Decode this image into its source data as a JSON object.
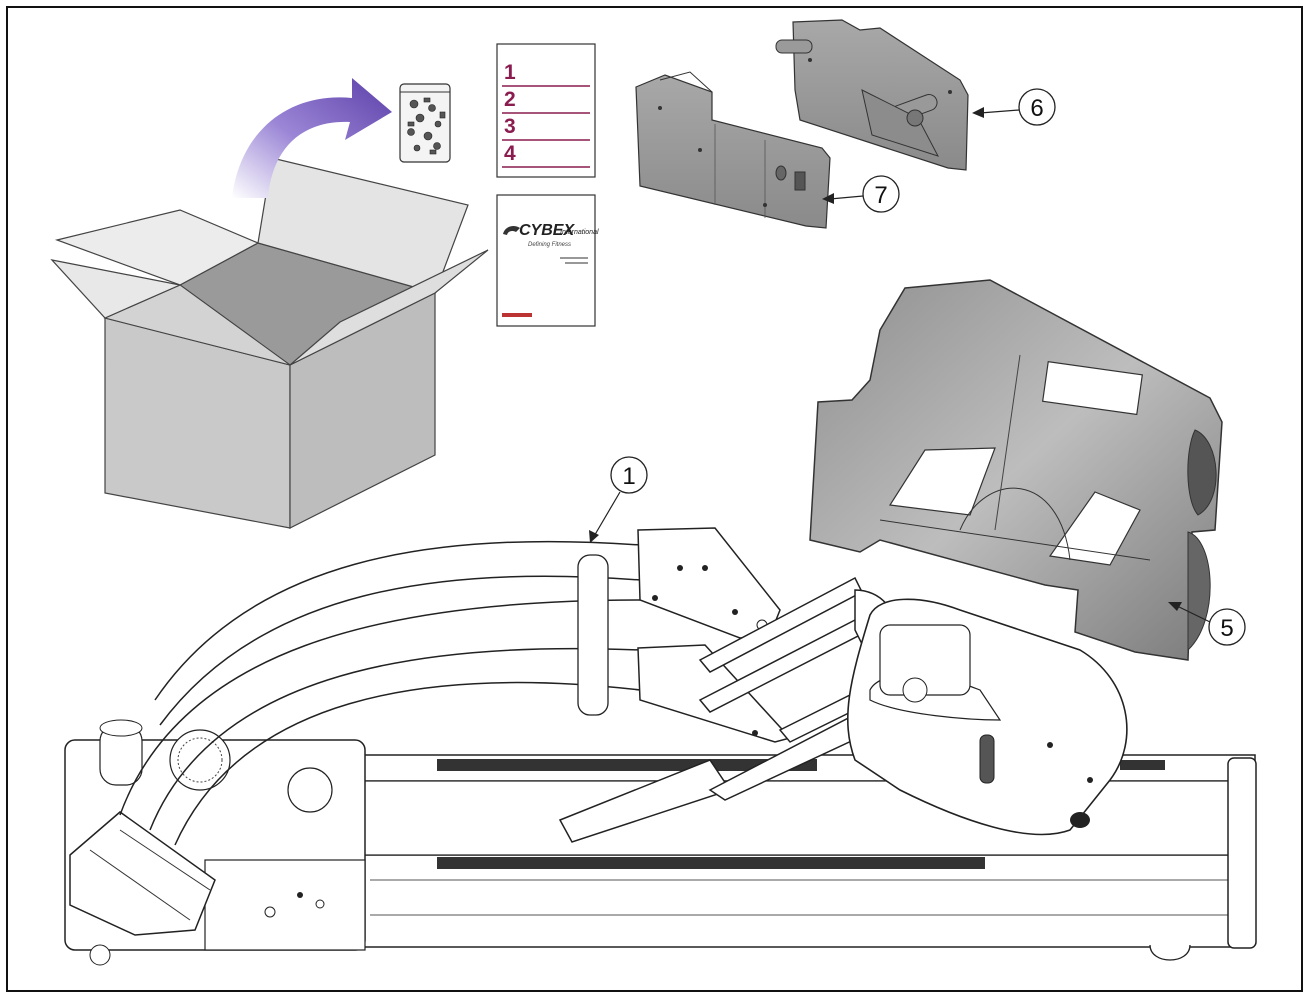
{
  "manual": {
    "brand": "CYBEX",
    "brand_suffix": "International",
    "tagline": "Defining Fitness"
  },
  "booklet": {
    "pages": [
      "1",
      "2",
      "3",
      "4"
    ]
  },
  "callouts": {
    "c1": "1",
    "c5": "5",
    "c6": "6",
    "c7": "7"
  },
  "colors": {
    "booklet_accent": "#8a1c4f",
    "arrow_purple": "#6b4fb8",
    "box_front": "#c9c9c9",
    "box_side": "#bdbdbd",
    "box_inside": "#9a9a9a"
  }
}
